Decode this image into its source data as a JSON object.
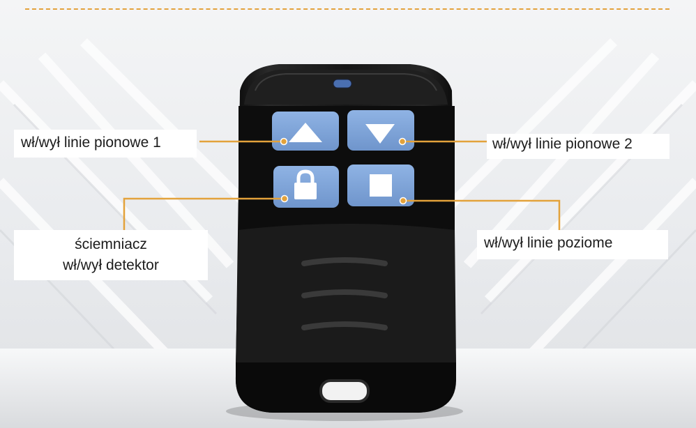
{
  "colors": {
    "accent_line": "#e3a23b",
    "button_blue": "#7fa6db",
    "remote_body": "#151515"
  },
  "icons": [
    "up-arrow-icon",
    "down-arrow-icon",
    "padlock-icon",
    "stop-square-icon"
  ],
  "callouts": {
    "top_left": "wł/wył linie pionowe 1",
    "top_right": "wł/wył linie pionowe 2",
    "bottom_left_line1": "ściemniacz",
    "bottom_left_line2": "wł/wył detektor",
    "bottom_right": "wł/wył linie poziome"
  }
}
